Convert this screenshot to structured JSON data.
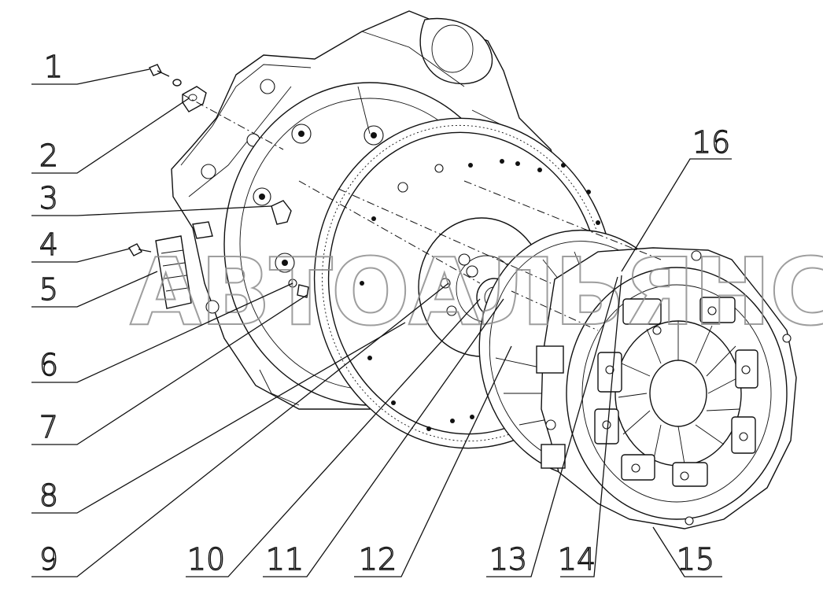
{
  "diagram": {
    "watermark": "АВТОАЛЬЯНС",
    "callouts": [
      {
        "label": "1"
      },
      {
        "label": "2"
      },
      {
        "label": "3"
      },
      {
        "label": "4"
      },
      {
        "label": "5"
      },
      {
        "label": "6"
      },
      {
        "label": "7"
      },
      {
        "label": "8"
      },
      {
        "label": "9"
      },
      {
        "label": "10"
      },
      {
        "label": "11"
      },
      {
        "label": "12"
      },
      {
        "label": "13"
      },
      {
        "label": "14"
      },
      {
        "label": "15"
      },
      {
        "label": "16"
      }
    ]
  }
}
